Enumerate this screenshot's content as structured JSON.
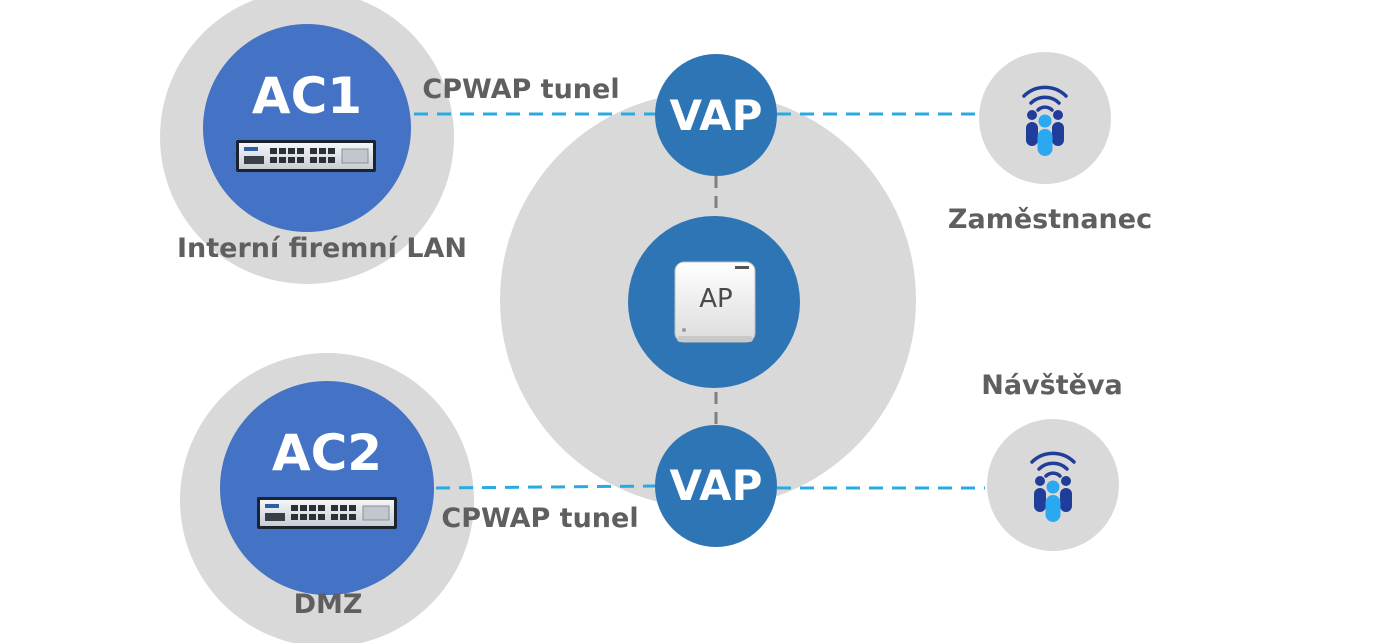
{
  "diagram": {
    "ac1": {
      "title": "AC1",
      "zone_label": "Interní firemní LAN"
    },
    "ac2": {
      "title": "AC2",
      "zone_label": "DMZ"
    },
    "tunnel_top": "CPWAP tunel",
    "tunnel_bottom": "CPWAP tunel",
    "vap_top": "VAP",
    "vap_bottom": "VAP",
    "ap": "AP",
    "user_employee": "Zaměstnanec",
    "user_guest": "Návštěva"
  },
  "colors": {
    "zone_grey": "#d9d9d9",
    "node_blue": "#4472c4",
    "vap_blue": "#2e75b6",
    "tunnel_line": "#29abe2",
    "ap_link": "#7f7f7f",
    "text_grey": "#5f5f5f",
    "icon_dark": "#1f3d99",
    "icon_light": "#2aa8f0"
  },
  "icons": {
    "controller_device": "network-controller-icon",
    "access_point_device": "access-point-icon",
    "wifi_users": "wifi-users-icon"
  }
}
